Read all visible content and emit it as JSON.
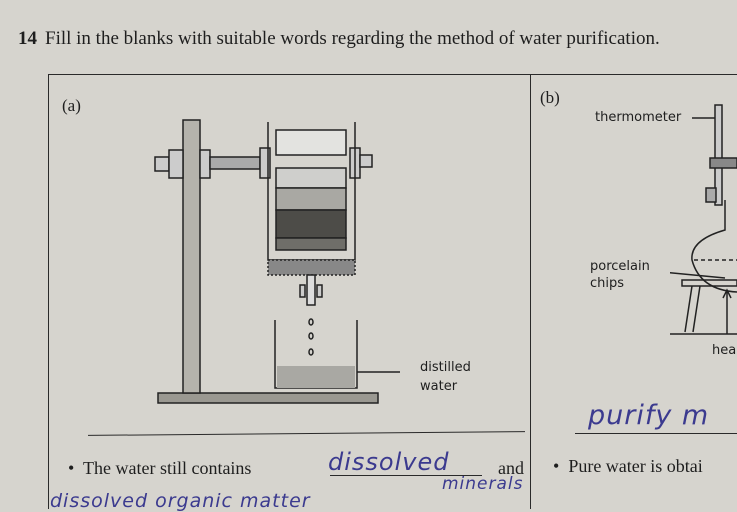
{
  "question": {
    "number": "14",
    "text": "Fill in the blanks with suitable words regarding the method of water purification."
  },
  "part_a": {
    "label": "(a)",
    "diagram_label": "distilled water",
    "diagram_label_line1": "distilled",
    "diagram_label_line2": "water",
    "sentence_start": "The water still contains",
    "blank1_answer": "dissolved",
    "sentence_mid": "and",
    "blank2_answer_above": "minerals",
    "blank2_answer": "dissolved organic matter"
  },
  "part_b": {
    "label": "(b)",
    "thermometer_label": "thermometer",
    "porcelain_label_line1": "porcelain",
    "porcelain_label_line2": "chips",
    "heat_label": "hea",
    "blank_answer": "purify m",
    "sentence_start": "Pure water is obtai"
  },
  "colors": {
    "ink": "#1e1e1e",
    "handwriting": "#3b3a8f",
    "paper": "#d6d4ce"
  }
}
